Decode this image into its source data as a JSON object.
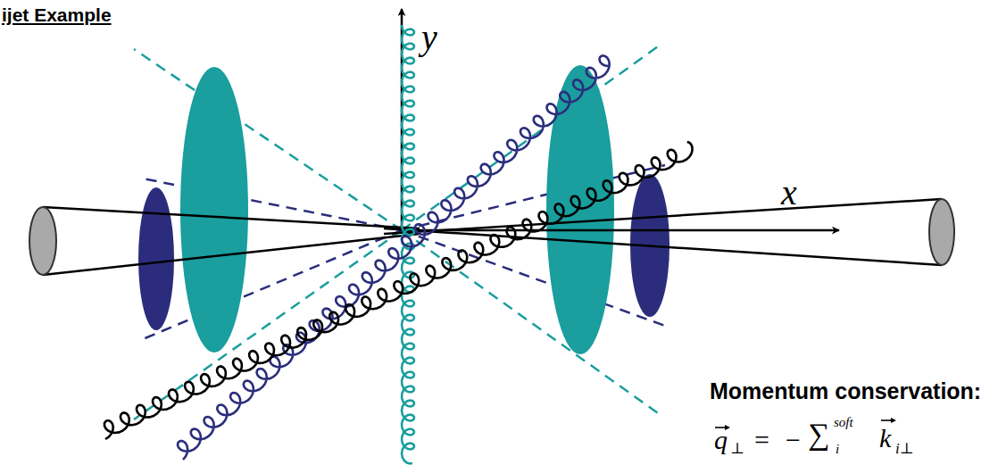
{
  "diagram": {
    "labels": [
      "ijet Example",
      "y",
      "x",
      "Momentum conservation:",
      "q",
      "⊥",
      "=",
      "−",
      "∑",
      "soft",
      "i",
      "k",
      "i⊥"
    ]
  }
}
